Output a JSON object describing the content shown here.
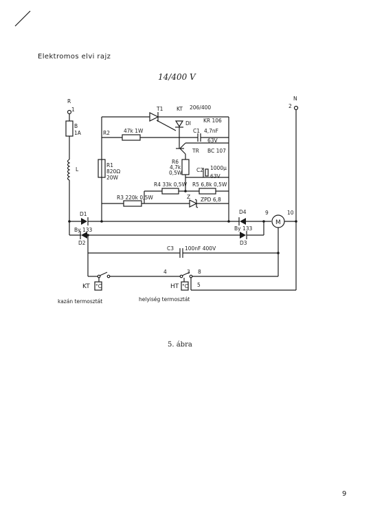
{
  "document": {
    "heading": "Elektromos elvi rajz",
    "subtitle": "14/400 V",
    "caption": "5. ábra",
    "page_number": "9"
  },
  "schematic": {
    "terminals": {
      "R": "R",
      "R_num": "1",
      "N": "N",
      "N_num": "2"
    },
    "fuse": {
      "name": "B",
      "value": "1A"
    },
    "inductor": {
      "name": "L"
    },
    "thyristor": {
      "name": "T1",
      "type": "KT",
      "part": "206/400"
    },
    "diac": {
      "name": "DI",
      "part": "KR 106"
    },
    "r2": {
      "name": "R2",
      "value": "47k 1W"
    },
    "c1": {
      "name": "C1",
      "value": "4,7nF",
      "voltage": "63V"
    },
    "transistor": {
      "name": "TR",
      "part": "BC 107"
    },
    "r1": {
      "name": "R1",
      "value": "820Ω",
      "power": "20W"
    },
    "r6": {
      "name": "R6",
      "value": "4,7k",
      "power": "0,5W"
    },
    "c2": {
      "name": "C2",
      "value": "1000μ",
      "voltage": "63V"
    },
    "r4": {
      "label": "R4 33k 0,5W"
    },
    "r5": {
      "label": "R5 6,8k 0,5W"
    },
    "r3": {
      "label": "R3 220k 0,5W"
    },
    "zener": {
      "name": "Z",
      "part": "ZPD 6,8"
    },
    "d1": {
      "name": "D1",
      "part": "By 133"
    },
    "d2": {
      "name": "D2"
    },
    "d3": {
      "name": "D3"
    },
    "d4": {
      "name": "D4",
      "part": "By 133"
    },
    "c3": {
      "label": "C3",
      "value": "100nF 400V"
    },
    "motor": {
      "symbol": "M"
    },
    "nodes": {
      "n9": "9",
      "n10": "10",
      "n4": "4",
      "n3": "3",
      "n8": "8",
      "n5": "5"
    },
    "kt": {
      "name": "KT",
      "symbol": "°C",
      "label": "kazán termosztát"
    },
    "ht": {
      "name": "HT",
      "symbol": "°C",
      "label": "helyiség termosztát"
    }
  }
}
